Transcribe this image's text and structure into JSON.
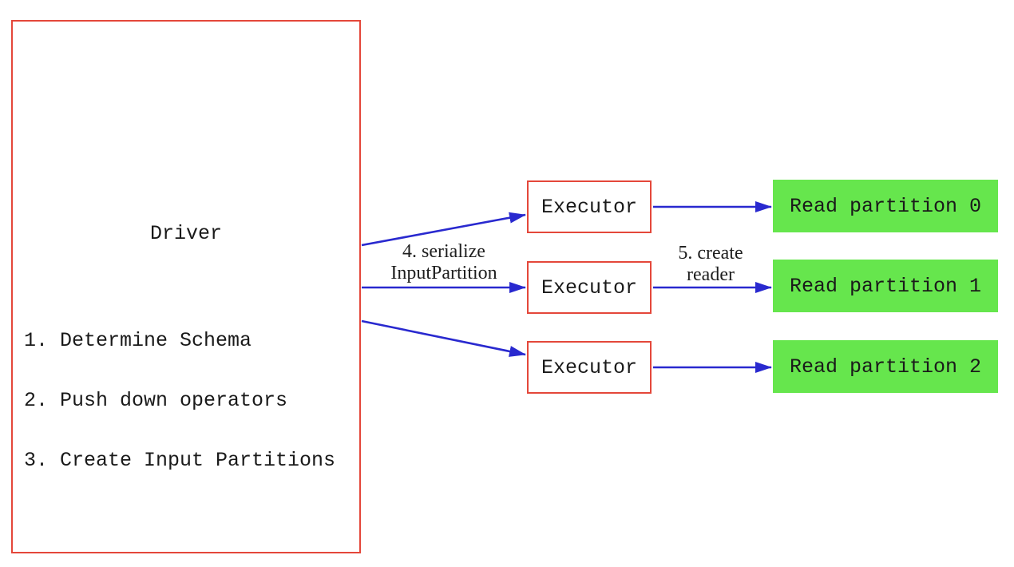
{
  "diagram": {
    "driver": {
      "title": "Driver",
      "steps": [
        "1. Determine Schema",
        "2. Push down operators",
        "3. Create Input Partitions"
      ]
    },
    "executors": [
      {
        "label": "Executor"
      },
      {
        "label": "Executor"
      },
      {
        "label": "Executor"
      }
    ],
    "partitions": [
      {
        "label": "Read partition 0"
      },
      {
        "label": "Read partition 1"
      },
      {
        "label": "Read partition 2"
      }
    ],
    "edge_labels": {
      "serialize": {
        "line1": "4. serialize",
        "line2": "InputPartition"
      },
      "create_reader": {
        "line1": "5. create",
        "line2": "reader"
      }
    },
    "colors": {
      "box_border": "#e4473a",
      "arrow": "#2929cf",
      "partition_fill": "#66e64d",
      "text": "#1a1a1a"
    }
  }
}
